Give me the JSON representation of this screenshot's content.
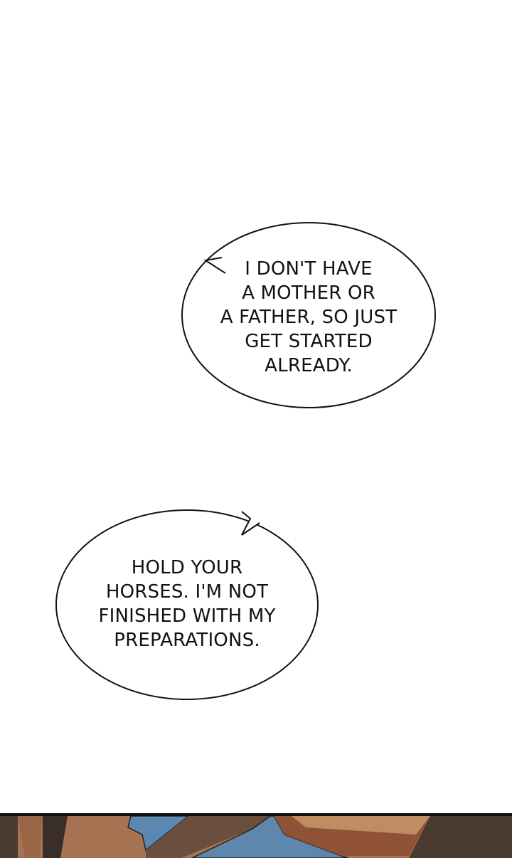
{
  "bubbles": [
    {
      "lines": [
        "I DON'T HAVE",
        "A MOTHER OR",
        "A FATHER, SO JUST",
        "GET STARTED",
        "ALREADY."
      ]
    },
    {
      "lines": [
        "HOLD YOUR",
        "HORSES. I'M NOT",
        "FINISHED WITH MY",
        "PREPARATIONS."
      ]
    }
  ],
  "colors": {
    "background": "#ffffff",
    "panel_border": "#111111",
    "skin": "#a87454",
    "cloth": "#5a84ae"
  }
}
